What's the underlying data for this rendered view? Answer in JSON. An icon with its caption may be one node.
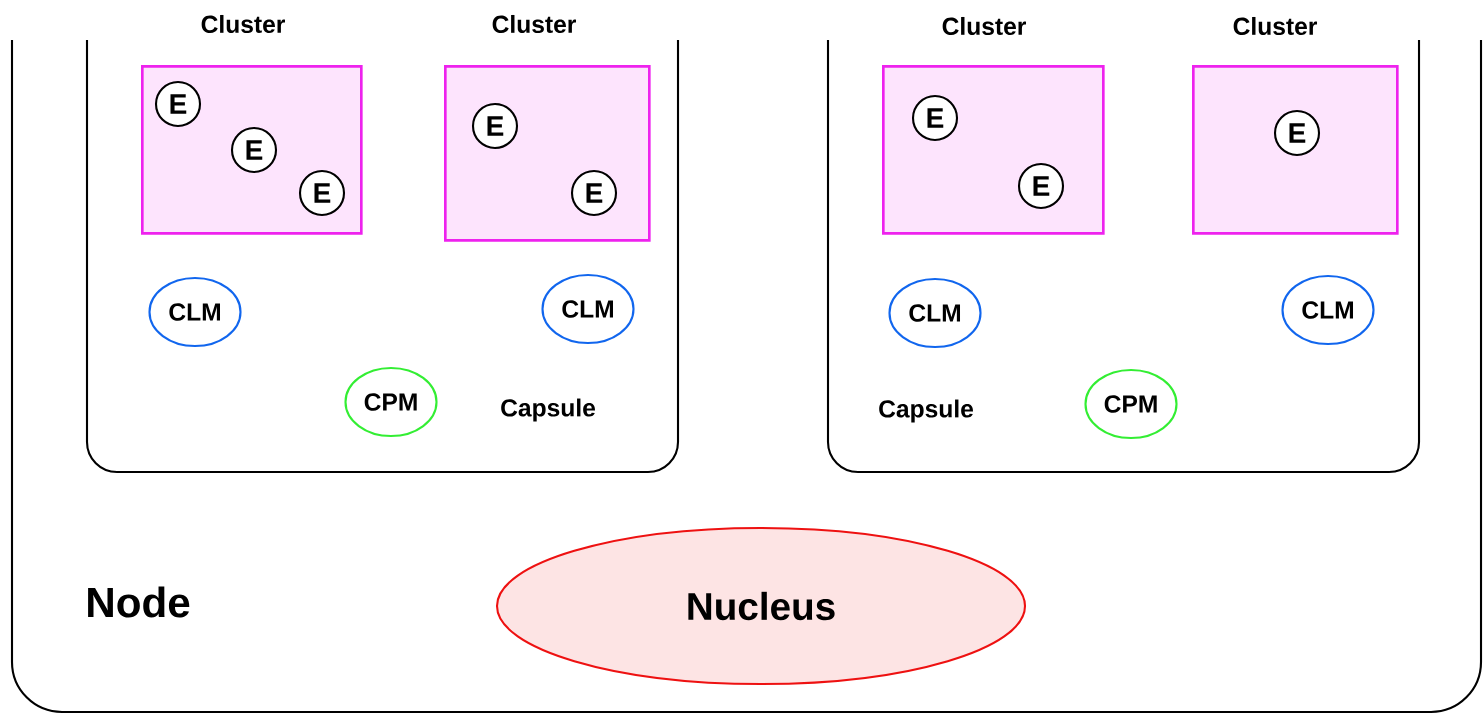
{
  "diagram": {
    "nodes": [
      {
        "text": [
          "Node"
        ]
      },
      {
        "text": [
          "Capsule"
        ],
        "in": 0
      },
      {
        "text": [
          "Cluster"
        ],
        "in": 1
      },
      {
        "text": [
          "E"
        ],
        "in": 2
      },
      {
        "text": [
          "E"
        ],
        "in": 2
      },
      {
        "text": [
          "E"
        ],
        "in": 2
      },
      {
        "text": [
          "Cluster"
        ],
        "in": 1
      },
      {
        "text": [
          "E"
        ],
        "in": 6
      },
      {
        "text": [
          "E"
        ],
        "in": 6
      },
      {
        "text": [
          "CLM"
        ],
        "in": 1
      },
      {
        "text": [
          "CLM"
        ],
        "in": 1
      },
      {
        "text": [
          "CPM"
        ],
        "in": 1
      },
      {
        "text": [
          "Capsule"
        ],
        "in": 0
      },
      {
        "text": [
          "Cluster"
        ],
        "in": 12
      },
      {
        "text": [
          "E"
        ],
        "in": 13
      },
      {
        "text": [
          "E"
        ],
        "in": 13
      },
      {
        "text": [
          "Cluster"
        ],
        "in": 12
      },
      {
        "text": [
          "E"
        ],
        "in": 16
      },
      {
        "text": [
          "CLM"
        ],
        "in": 12
      },
      {
        "text": [
          "CLM"
        ],
        "in": 12
      },
      {
        "text": [
          "CPM"
        ],
        "in": 12
      },
      {
        "text": [
          "Nucleus"
        ],
        "in": 0
      }
    ]
  }
}
